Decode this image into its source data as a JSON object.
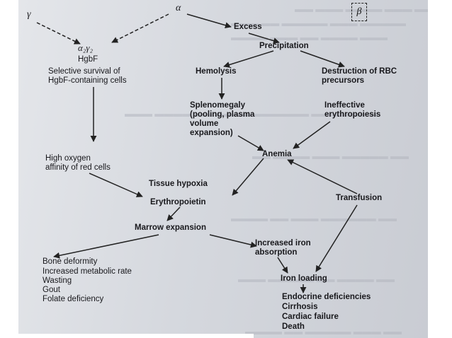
{
  "figure": {
    "labels": {
      "gamma": "γ",
      "alpha": "α",
      "beta_box": "β",
      "excess": "Excess",
      "precipitation": "Precipitation",
      "alpha2gamma2": "α₂γ₂",
      "hgbf": "HgbF",
      "selective_survival_1": "Selective survival of",
      "selective_survival_2": "HgbF-containing cells",
      "hemolysis": "Hemolysis",
      "destruction_1": "Destruction of RBC",
      "destruction_2": "precursors",
      "splenomegaly_1": "Splenomegaly",
      "splenomegaly_2": "(pooling, plasma",
      "splenomegaly_3": "volume",
      "splenomegaly_4": "expansion)",
      "ineffective_1": "Ineffective",
      "ineffective_2": "erythropoiesis",
      "anemia": "Anemia",
      "high_oxygen_1": "High oxygen",
      "high_oxygen_2": "affinity of red cells",
      "tissue_hypoxia": "Tissue hypoxia",
      "erythropoietin": "Erythropoietin",
      "transfusion": "Transfusion",
      "marrow_expansion": "Marrow expansion",
      "increased_iron_1": "Increased iron",
      "increased_iron_2": "absorption",
      "iron_loading": "Iron loading",
      "outcomes_left": [
        "Bone deformity",
        "Increased metabolic rate",
        "Wasting",
        "Gout",
        "Folate deficiency"
      ],
      "outcomes_right": [
        "Endocrine deficiencies",
        "Cirrhosis",
        "Cardiac failure",
        "Death"
      ]
    }
  }
}
